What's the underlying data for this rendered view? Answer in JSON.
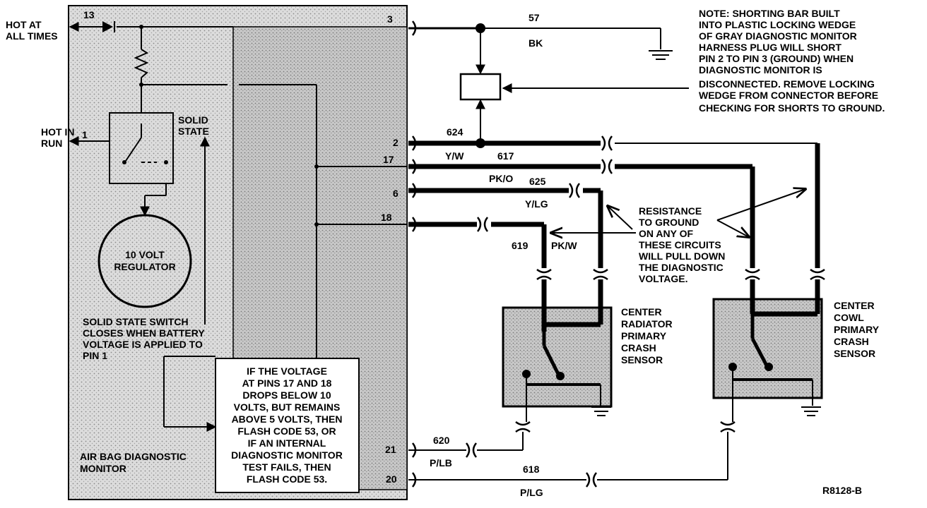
{
  "diagram": {
    "figure_id": "R8128-B",
    "module_title": [
      "AIR BAG DIAGNOSTIC",
      "MONITOR"
    ],
    "external_left": {
      "hot_at_all_times": [
        "HOT AT",
        "ALL TIMES"
      ],
      "hot_in_run": [
        "HOT IN",
        "RUN"
      ]
    },
    "internal": {
      "solid_state": [
        "SOLID",
        "STATE"
      ],
      "regulator": [
        "10 VOLT",
        "REGULATOR"
      ],
      "switch_note": [
        "SOLID STATE SWITCH",
        "CLOSES WHEN BATTERY",
        "VOLTAGE IS APPLIED TO",
        "PIN 1"
      ],
      "voltage_box": [
        "IF THE VOLTAGE",
        "AT PINS 17 AND 18",
        "DROPS BELOW 10",
        "VOLTS, BUT REMAINS",
        "ABOVE 5 VOLTS, THEN",
        "FLASH CODE 53, OR",
        "IF AN INTERNAL",
        "DIAGNOSTIC MONITOR",
        "TEST FAILS, THEN",
        "FLASH CODE 53."
      ]
    },
    "pins": {
      "p13": "13",
      "p1": "1",
      "p3": "3",
      "p2": "2",
      "p17": "17",
      "p6": "6",
      "p18": "18",
      "p21": "21",
      "p20": "20"
    },
    "circuits": {
      "c57": "57",
      "c57_color": "BK",
      "c624": "624",
      "c624_color": "Y/W",
      "c617": "617",
      "c617_color": "PK/O",
      "c625": "625",
      "c625_color": "Y/LG",
      "c619": "619",
      "c619_color": "PK/W",
      "c620": "620",
      "c620_color": "P/LB",
      "c618": "618",
      "c618_color": "P/LG"
    },
    "note": [
      "NOTE: SHORTING BAR BUILT",
      "INTO PLASTIC LOCKING WEDGE",
      "OF GRAY DIAGNOSTIC MONITOR",
      "HARNESS PLUG WILL SHORT",
      "PIN 2 TO PIN 3 (GROUND) WHEN",
      "DIAGNOSTIC MONITOR IS",
      "DISCONNECTED. REMOVE LOCKING",
      "WEDGE FROM CONNECTOR BEFORE",
      "CHECKING FOR SHORTS TO GROUND."
    ],
    "resistance_note": [
      "RESISTANCE",
      "TO GROUND",
      "ON ANY OF",
      "THESE CIRCUITS",
      "WILL PULL DOWN",
      "THE DIAGNOSTIC",
      "VOLTAGE."
    ],
    "sensor_radiator": [
      "CENTER",
      "RADIATOR",
      "PRIMARY",
      "CRASH",
      "SENSOR"
    ],
    "sensor_cowl": [
      "CENTER",
      "COWL",
      "PRIMARY",
      "CRASH",
      "SENSOR"
    ]
  }
}
